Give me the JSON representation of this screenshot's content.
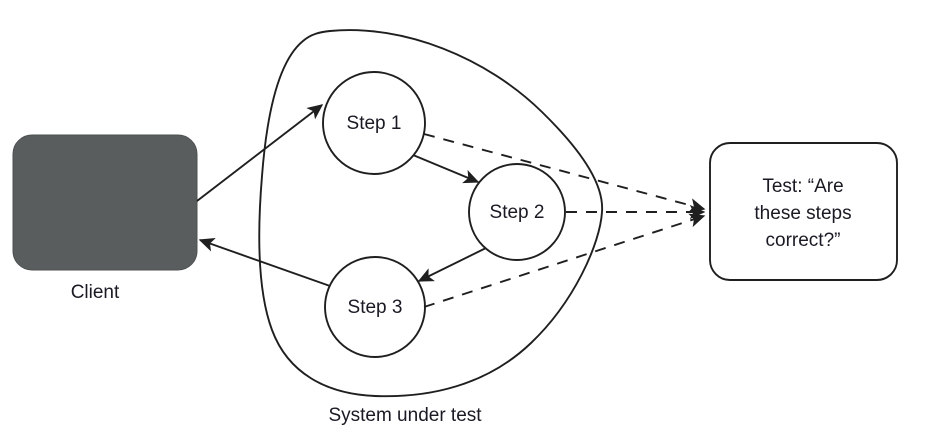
{
  "diagram": {
    "type": "system-under-test-diagram",
    "background_color": "#ffffff",
    "line_color": "#1f1f1f",
    "text_color": "#1a1a24"
  },
  "client": {
    "label": "Client",
    "fill_color": "#5a5d5e",
    "shape": "rounded-rectangle"
  },
  "boundary": {
    "caption": "System under test",
    "shape": "closed-blob-outline"
  },
  "steps": [
    {
      "id": "step-1",
      "label": "Step 1"
    },
    {
      "id": "step-2",
      "label": "Step 2"
    },
    {
      "id": "step-3",
      "label": "Step 3"
    }
  ],
  "test_box": {
    "shape": "rounded-rectangle",
    "fill_color": "#ffffff",
    "lines": [
      "Test: “Are",
      "these steps",
      "correct?”"
    ]
  },
  "connections": {
    "solid": [
      {
        "from": "client",
        "to": "step-1",
        "style": "solid",
        "arrow": "end"
      },
      {
        "from": "step-1",
        "to": "step-2",
        "style": "solid",
        "arrow": "end"
      },
      {
        "from": "step-2",
        "to": "step-3",
        "style": "solid",
        "arrow": "end"
      },
      {
        "from": "step-3",
        "to": "client",
        "style": "solid",
        "arrow": "end"
      }
    ],
    "dashed": [
      {
        "from": "step-1",
        "to": "test-box",
        "style": "dashed",
        "arrow": "end"
      },
      {
        "from": "step-2",
        "to": "test-box",
        "style": "dashed",
        "arrow": "end"
      },
      {
        "from": "step-3",
        "to": "test-box",
        "style": "dashed",
        "arrow": "end"
      }
    ]
  }
}
